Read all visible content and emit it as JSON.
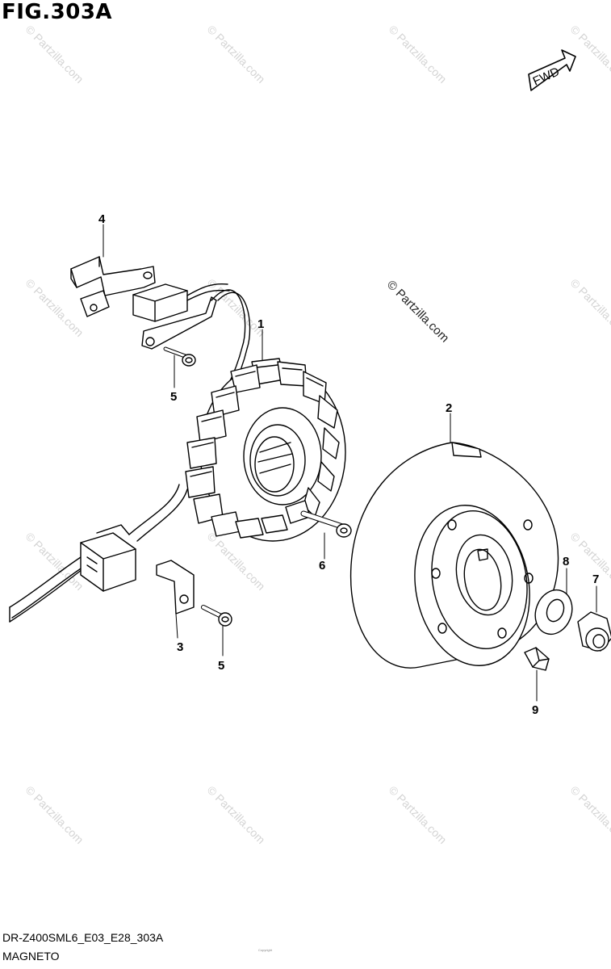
{
  "figure": {
    "title": "FIG.303A"
  },
  "direction": {
    "label": "FWD"
  },
  "watermark": {
    "text": "© Partzilla.com"
  },
  "footer": {
    "code": "DR-Z400SML6_E03_E28_303A",
    "name": "MAGNETO",
    "copyright": "Copyright"
  },
  "callouts": {
    "c1": "1",
    "c2": "2",
    "c3": "3",
    "c4": "4",
    "c5a": "5",
    "c5b": "5",
    "c6": "6",
    "c7": "7",
    "c8": "8",
    "c9": "9"
  }
}
